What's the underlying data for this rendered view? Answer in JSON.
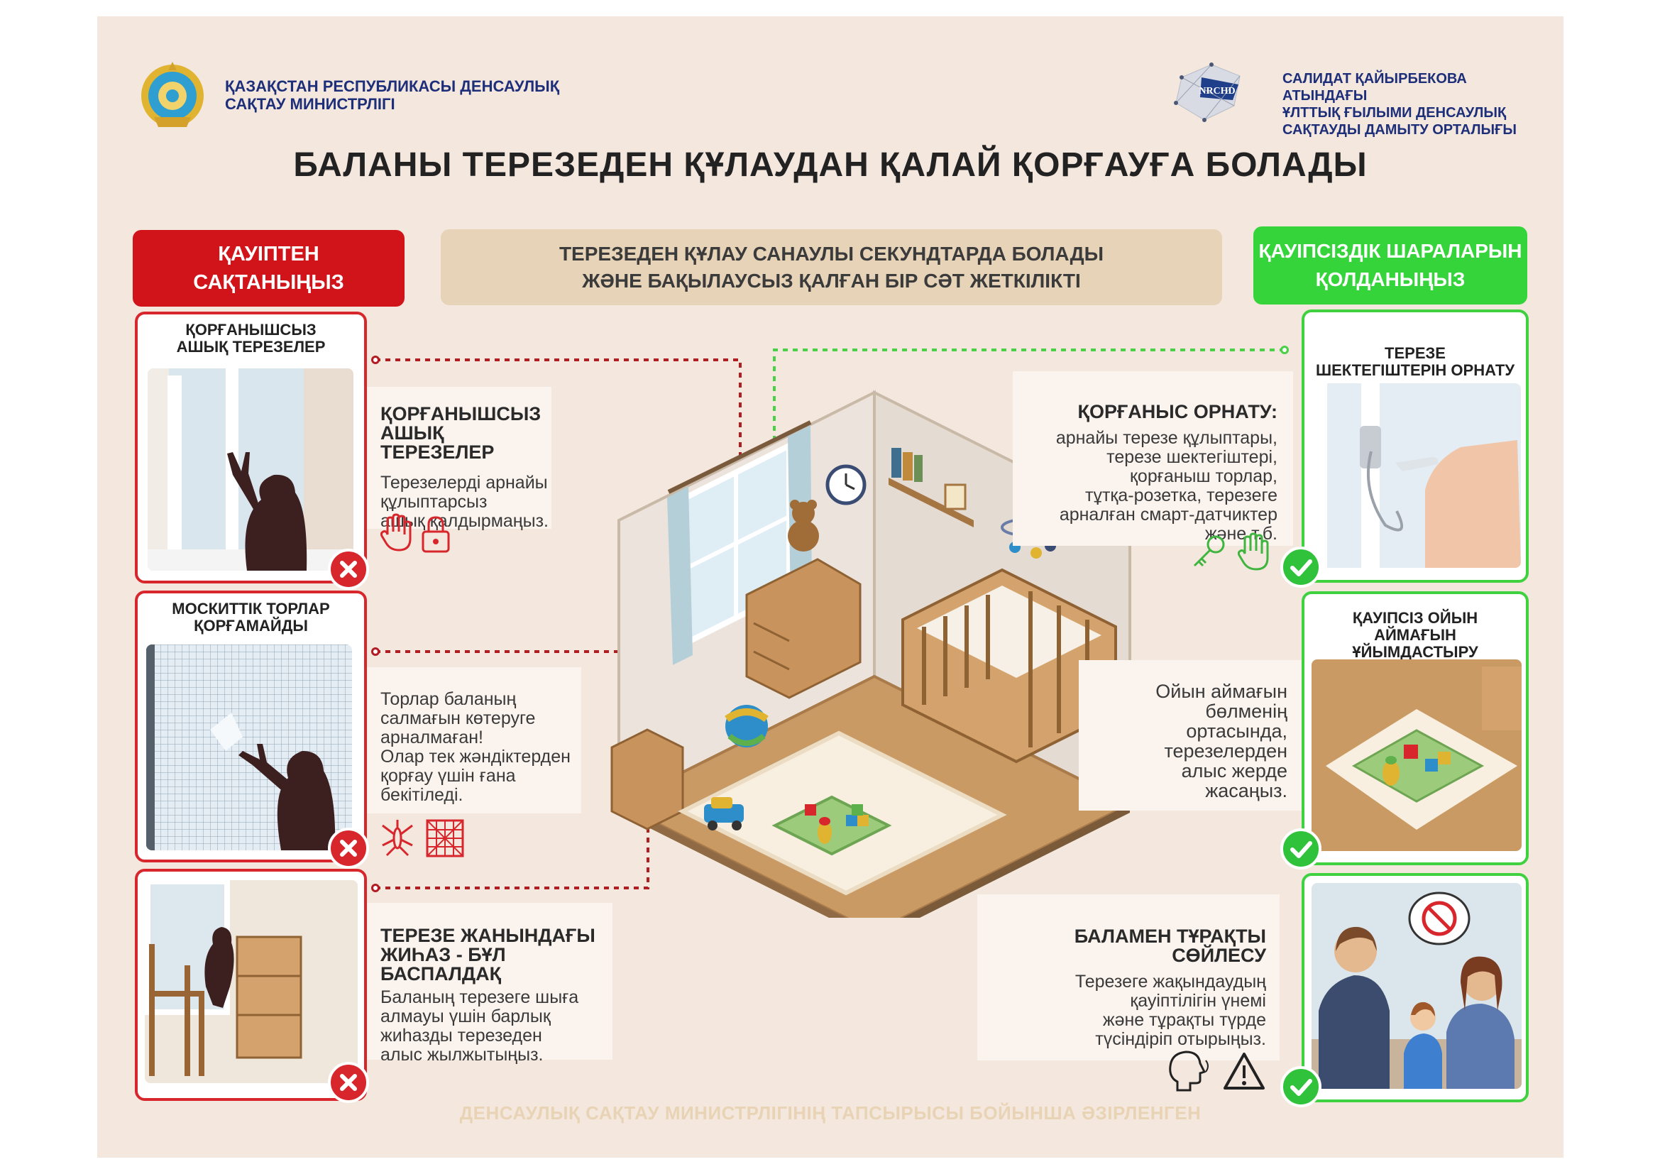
{
  "header": {
    "ministry_line1": "ҚАЗАҚСТАН РЕСПУБЛИКАСЫ ДЕНСАУЛЫҚ",
    "ministry_line2": "САҚТАУ МИНИСТРЛІГІ",
    "center_line1": "САЛИДАТ ҚАЙЫРБЕКОВА АТЫНДАҒЫ",
    "center_line2": "ҰЛТТЫҚ ҒЫЛЫМИ ДЕНСАУЛЫҚ",
    "center_line3": "САҚТАУДЫ ДАМЫТУ ОРТАЛЫҒЫ",
    "center_logo_text": "NRCHD"
  },
  "title": "БАЛАНЫ ТЕРЕЗЕДЕН ҚҰЛАУДАН ҚАЛАЙ ҚОРҒАУҒА БОЛАДЫ",
  "badges": {
    "danger_line1": "ҚАУІПТЕН",
    "danger_line2": "САҚТАНЫҢЫЗ",
    "safety_line1": "ҚАУІПСІЗДІК ШАРАЛАРЫН",
    "safety_line2": "ҚОЛДАНЫҢЫЗ"
  },
  "banner": {
    "line1": "ТЕРЕЗЕДЕН ҚҰЛАУ САНАУЛЫ СЕКУНДТАРДА БОЛАДЫ",
    "line2": "ЖӘНЕ БАҚЫЛАУСЫЗ ҚАЛҒАН БІР СӘТ ЖЕТКІЛІКТІ"
  },
  "danger_cards": [
    {
      "title_line1": "ҚОРҒАНЫШСЫЗ",
      "title_line2": "АШЫҚ ТЕРЕЗЕЛЕР"
    },
    {
      "title_line1": "МОСКИТТІК ТОРЛАР",
      "title_line2": "ҚОРҒАМАЙДЫ"
    },
    {
      "title_line1": "",
      "title_line2": ""
    }
  ],
  "danger_tips": [
    {
      "title_line1": "ҚОРҒАНЫШСЫЗ",
      "title_line2": "АШЫҚ ТЕРЕЗЕЛЕР",
      "body": [
        "Терезелерді арнайы",
        "құлыптарсыз",
        "ашық қалдырмаңыз."
      ]
    },
    {
      "title_line1": "",
      "title_line2": "",
      "body": [
        "Торлар баланың",
        "салмағын көтеруге",
        "арналмаған!",
        "Олар тек жәндіктерден",
        "қорғау үшін ғана",
        "бекітіледі."
      ]
    },
    {
      "title_line1": "ТЕРЕЗЕ ЖАНЫНДАҒЫ",
      "title_line2": "ЖИҺАЗ - БҰЛ БАСПАЛДАҚ",
      "body": [
        "Баланың терезеге шыға",
        "алмауы үшін барлық",
        "жиһазды терезеден",
        "алыс жылжытыңыз."
      ]
    }
  ],
  "safety_cards": [
    {
      "title_line1": "ТЕРЕЗЕ",
      "title_line2": "ШЕКТЕГІШТЕРІН ОРНАТУ",
      "title_line3": ""
    },
    {
      "title_line1": "ҚАУІПСІЗ ОЙЫН",
      "title_line2": "АЙМАҒЫН",
      "title_line3": "ҰЙЫМДАСТЫРУ"
    },
    {
      "title_line1": "",
      "title_line2": "",
      "title_line3": ""
    }
  ],
  "safety_tips": [
    {
      "title_line1": "ҚОРҒАНЫС ОРНАТУ:",
      "title_line2": "",
      "body": [
        "арнайы терезе құлыптары,",
        "терезе шектегіштері,",
        "қорғаныш торлар,",
        "тұтқа-розетка, терезеге",
        "арналған смарт-датчиктер",
        "және т.б."
      ]
    },
    {
      "title_line1": "",
      "title_line2": "",
      "body": [
        "Ойын аймағын",
        "бөлменің",
        "ортасында,",
        "терезелерден",
        "алыс жерде",
        "жасаңыз."
      ]
    },
    {
      "title_line1": "БАЛАМЕН ТҰРАҚТЫ",
      "title_line2": "СӨЙЛЕСУ",
      "body": [
        "Терезеге жақындаудың",
        "қауіптілігін үнемі",
        "және тұрақты түрде",
        "түсіндіріп отырыңыз."
      ]
    }
  ],
  "footer": "ДЕНСАУЛЫҚ САҚТАУ МИНИСТРЛІГІНІҢ ТАПСЫРЫСЫ БОЙЫНША ӘЗІРЛЕНГЕН",
  "colors": {
    "danger": "#d7262c",
    "safety": "#35d43b",
    "background": "#f4e7de",
    "header_text": "#1e2f7a",
    "banner": "#e6d3b8"
  }
}
